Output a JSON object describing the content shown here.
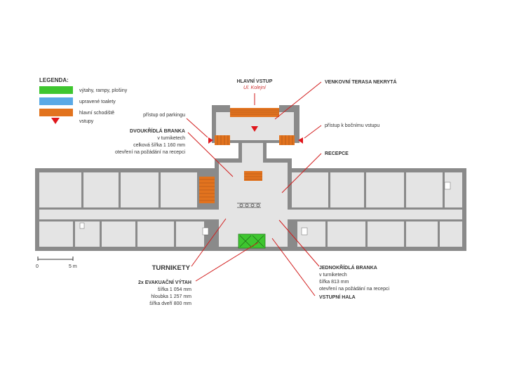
{
  "colors": {
    "lifts": "#3ec62f",
    "toilets": "#5aa9e6",
    "stairs": "#e2731e",
    "entrances": "#e0161b",
    "wall": "#8a8a8a",
    "floor": "#e4e4e4",
    "leader": "#d21d1d"
  },
  "legend": {
    "title": "LEGENDA:",
    "items": [
      {
        "label": "výtahy, rampy, plošiny",
        "swatch": "lifts",
        "icon": "rect"
      },
      {
        "label": "upravené toalety",
        "swatch": "toilets",
        "icon": "rect"
      },
      {
        "label": "hlavní schodiště",
        "swatch": "stairs",
        "icon": "rect"
      },
      {
        "label": "vstupy",
        "swatch": "entrances",
        "icon": "triangle-down-icon"
      }
    ]
  },
  "scale": {
    "start": "0",
    "end": "5 m"
  },
  "labels": {
    "main_entrance": {
      "title": "HLAVNÍ VSTUP",
      "subtitle": "Ul. Kolejní"
    },
    "terrace": "VENKOVNÍ TERASA NEKRYTÁ",
    "parking": "přístup od parkingu",
    "side": "přístup k bočnímu vstupu",
    "double_gate": {
      "title": "DVOUKŘÍDLÁ BRANKA",
      "lines": [
        "v turniketech",
        "celková šířka 1 160 mm",
        "otevření na požádání na recepci"
      ]
    },
    "reception": "RECEPCE",
    "turnstiles": "TURNIKETY",
    "lift": {
      "title": "2x EVAKUAČNÍ VÝTAH",
      "lines": [
        "šířka 1 054 mm",
        "hloubka 1 257 mm",
        "šířka dveří 800 mm"
      ]
    },
    "single_gate": {
      "title": "JEDNOKŘÍDLÁ BRANKA",
      "lines": [
        "v turniketech",
        "šířka 813 mm",
        "otevření na požádání na recepci"
      ]
    },
    "hall": "VSTUPNÍ HALA"
  }
}
